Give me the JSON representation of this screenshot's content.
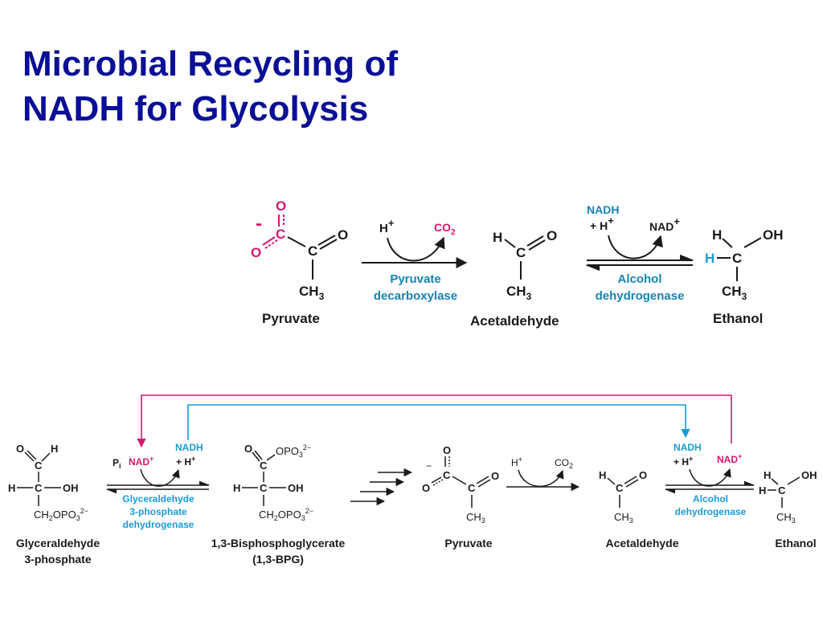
{
  "title": {
    "line1": "Microbial Recycling of",
    "line2": "NADH for Glycolysis"
  },
  "colors": {
    "title": "#0a0f96",
    "magenta": "#d4186f",
    "cyan": "#1a9bd7",
    "dark_cyan": "#1683b4",
    "black": "#1a1a1a"
  },
  "top_panel": {
    "pyruvate": {
      "label": "Pyruvate",
      "charge": "-",
      "o_top": "O",
      "c_carboxyl": "C",
      "o_left": "O",
      "c_keto": "C",
      "o_keto": "O",
      "ch": "CH",
      "ch_sub": "3"
    },
    "step1": {
      "h": "H",
      "plus": "+",
      "co2": "CO",
      "co2_sub": "2",
      "enzyme_line1": "Pyruvate",
      "enzyme_line2": "decarboxylase"
    },
    "acetaldehyde": {
      "label": "Acetaldehyde",
      "h": "H",
      "c": "C",
      "o": "O",
      "ch": "CH",
      "ch_sub": "3"
    },
    "step2": {
      "nadh": "NADH",
      "plus_h": "+  H",
      "plus_sup": "+",
      "nad": "NAD",
      "enzyme_line1": "Alcohol",
      "enzyme_line2": "dehydrogenase"
    },
    "ethanol": {
      "label": "Ethanol",
      "h_top": "H",
      "oh": "OH",
      "h_left": "H",
      "c": "C",
      "ch": "CH",
      "ch_sub": "3"
    }
  },
  "bottom_panel": {
    "g3p": {
      "label_line1": "Glyceraldehyde",
      "label_line2": "3-phosphate",
      "o": "O",
      "h_top": "H",
      "c_top": "C",
      "h_left": "H",
      "c_mid": "C",
      "oh": "OH",
      "ch2opo3": "CH",
      "sub2": "2",
      "opo": "OPO",
      "sub3": "3",
      "sup": "2−"
    },
    "step_gapdh": {
      "pi": "P",
      "pi_sub": "i",
      "nad": "NAD",
      "nad_sup": "+",
      "nadh": "NADH",
      "plus_h": "+ H",
      "h_sup": "+",
      "enzyme_line1": "Glyceraldehyde",
      "enzyme_line2": "3-phosphate",
      "enzyme_line3": "dehydrogenase"
    },
    "bpg": {
      "label_line1": "1,3-Bisphosphoglycerate",
      "label_line2": "(1,3-BPG)",
      "o": "O",
      "opo": "OPO",
      "sub3": "3",
      "sup": "2−",
      "c_top": "C",
      "h_left": "H",
      "c_mid": "C",
      "oh": "OH",
      "ch": "CH",
      "sub2": "2",
      "opo_b": "OPO",
      "sub3_b": "3",
      "sup_b": "2−"
    },
    "pyruvate": {
      "label": "Pyruvate",
      "charge": "−",
      "o_top": "O",
      "o_left": "O",
      "c1": "C",
      "c2": "C",
      "o_keto": "O",
      "ch": "CH",
      "sub3": "3"
    },
    "step_pdc": {
      "h": "H",
      "h_sup": "+",
      "co2": "CO",
      "co2_sub": "2"
    },
    "acetaldehyde": {
      "label": "Acetaldehyde",
      "h": "H",
      "c": "C",
      "o": "O",
      "ch": "CH",
      "sub3": "3"
    },
    "step_adh": {
      "nadh": "NADH",
      "plus_h": "+ H",
      "h_sup": "+",
      "nad": "NAD",
      "nad_sup": "+",
      "enzyme_line1": "Alcohol",
      "enzyme_line2": "dehydrogenase"
    },
    "ethanol": {
      "label": "Ethanol",
      "h_top": "H",
      "oh": "OH",
      "h_left": "H",
      "c": "C",
      "ch": "CH",
      "sub3": "3"
    }
  }
}
